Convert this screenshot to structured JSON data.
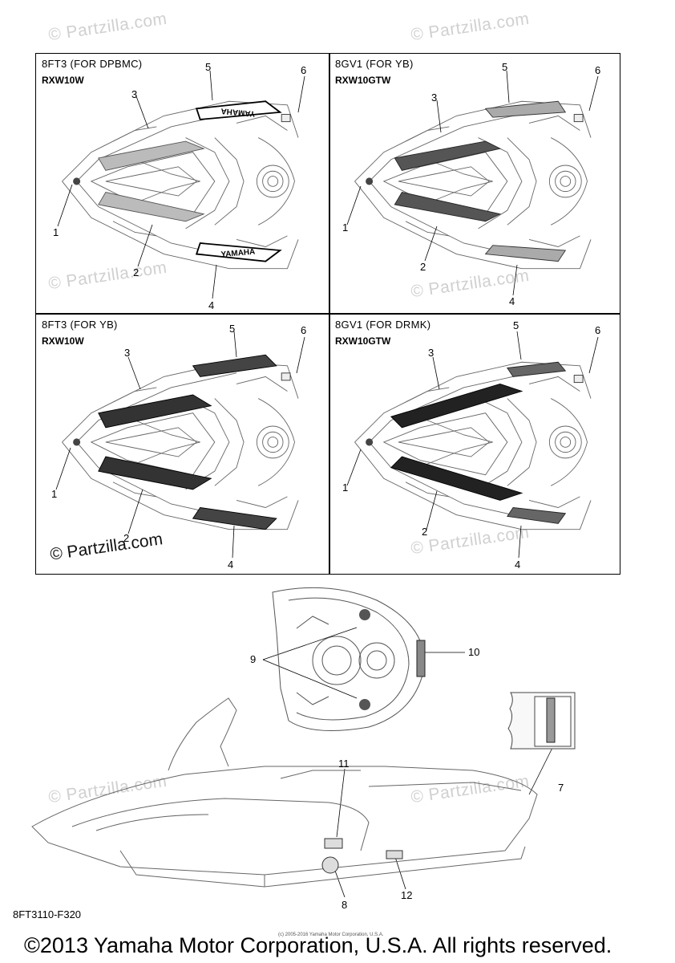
{
  "watermark": "© Partzilla.com",
  "panels": [
    {
      "title": "8FT3 (FOR DPBMC)",
      "model": "RXW10W",
      "brand": "YAMAHA"
    },
    {
      "title": "8GV1 (FOR YB)",
      "model": "RXW10GTW"
    },
    {
      "title": "8FT3 (FOR YB)",
      "model": "RXW10W"
    },
    {
      "title": "8GV1 (FOR DRMK)",
      "model": "RXW10GTW"
    }
  ],
  "callouts": {
    "c1": "1",
    "c2": "2",
    "c3": "3",
    "c4": "4",
    "c5": "5",
    "c6": "6",
    "c7": "7",
    "c8": "8",
    "c9": "9",
    "c10": "10",
    "c11": "11",
    "c12": "12"
  },
  "diagram_id": "8FT3110-F320",
  "tiny_copyright": "(c) 2005-2016 Yamaha Motor Corporation, U.S.A.",
  "footer": "©2013 Yamaha Motor Corporation, U.S.A. All rights reserved."
}
